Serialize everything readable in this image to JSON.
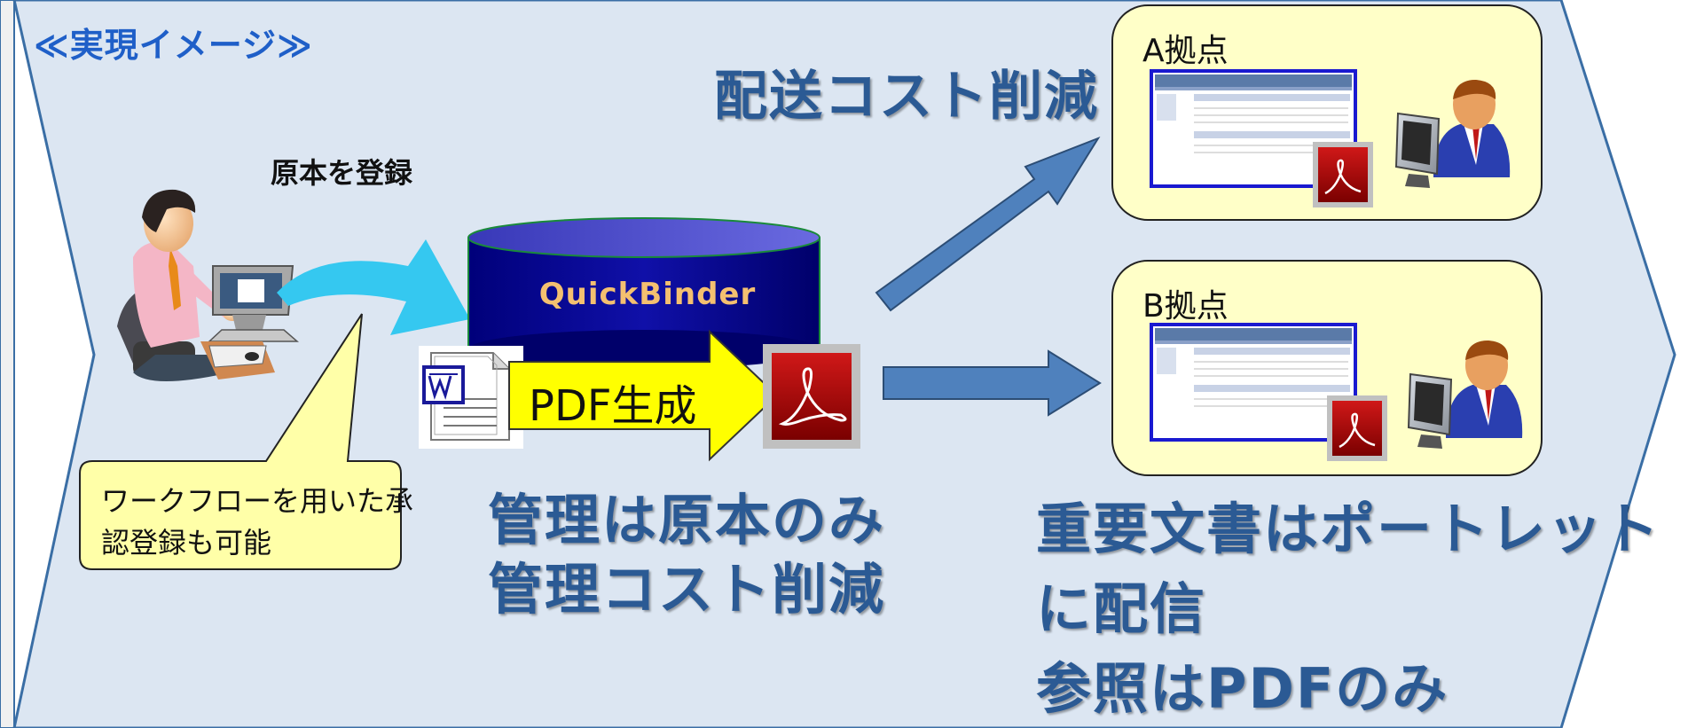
{
  "header": {
    "tag": "≪実現イメージ≫"
  },
  "left": {
    "register_label": "原本を登録",
    "callout_line1": "ワークフローを用いた承",
    "callout_line2": "認登録も可能"
  },
  "center": {
    "product_name": "QuickBinder",
    "pdf_generate_label": "PDF生成",
    "manage_line1": "管理は原本のみ",
    "manage_line2": "管理コスト削減"
  },
  "top": {
    "delivery_cost": "配送コスト削減"
  },
  "sites": [
    {
      "label": "A拠点"
    },
    {
      "label": "B拠点"
    }
  ],
  "right": {
    "portlet_line1": "重要文書はポートレット",
    "portlet_line2": "に配信",
    "portlet_line3": "参照はPDFのみ"
  },
  "colors": {
    "panel_fill": "#dce6f2",
    "panel_stroke": "#3a6ea5",
    "heading_blue": "#2b5a94",
    "arrow_blue": "#4f81bd",
    "callout_fill": "#ffffa8",
    "site_fill": "#ffffc8",
    "cylinder": "#0a0a8a",
    "pdf_red": "#b01010",
    "cyan_arrow": "#35c8f0"
  }
}
